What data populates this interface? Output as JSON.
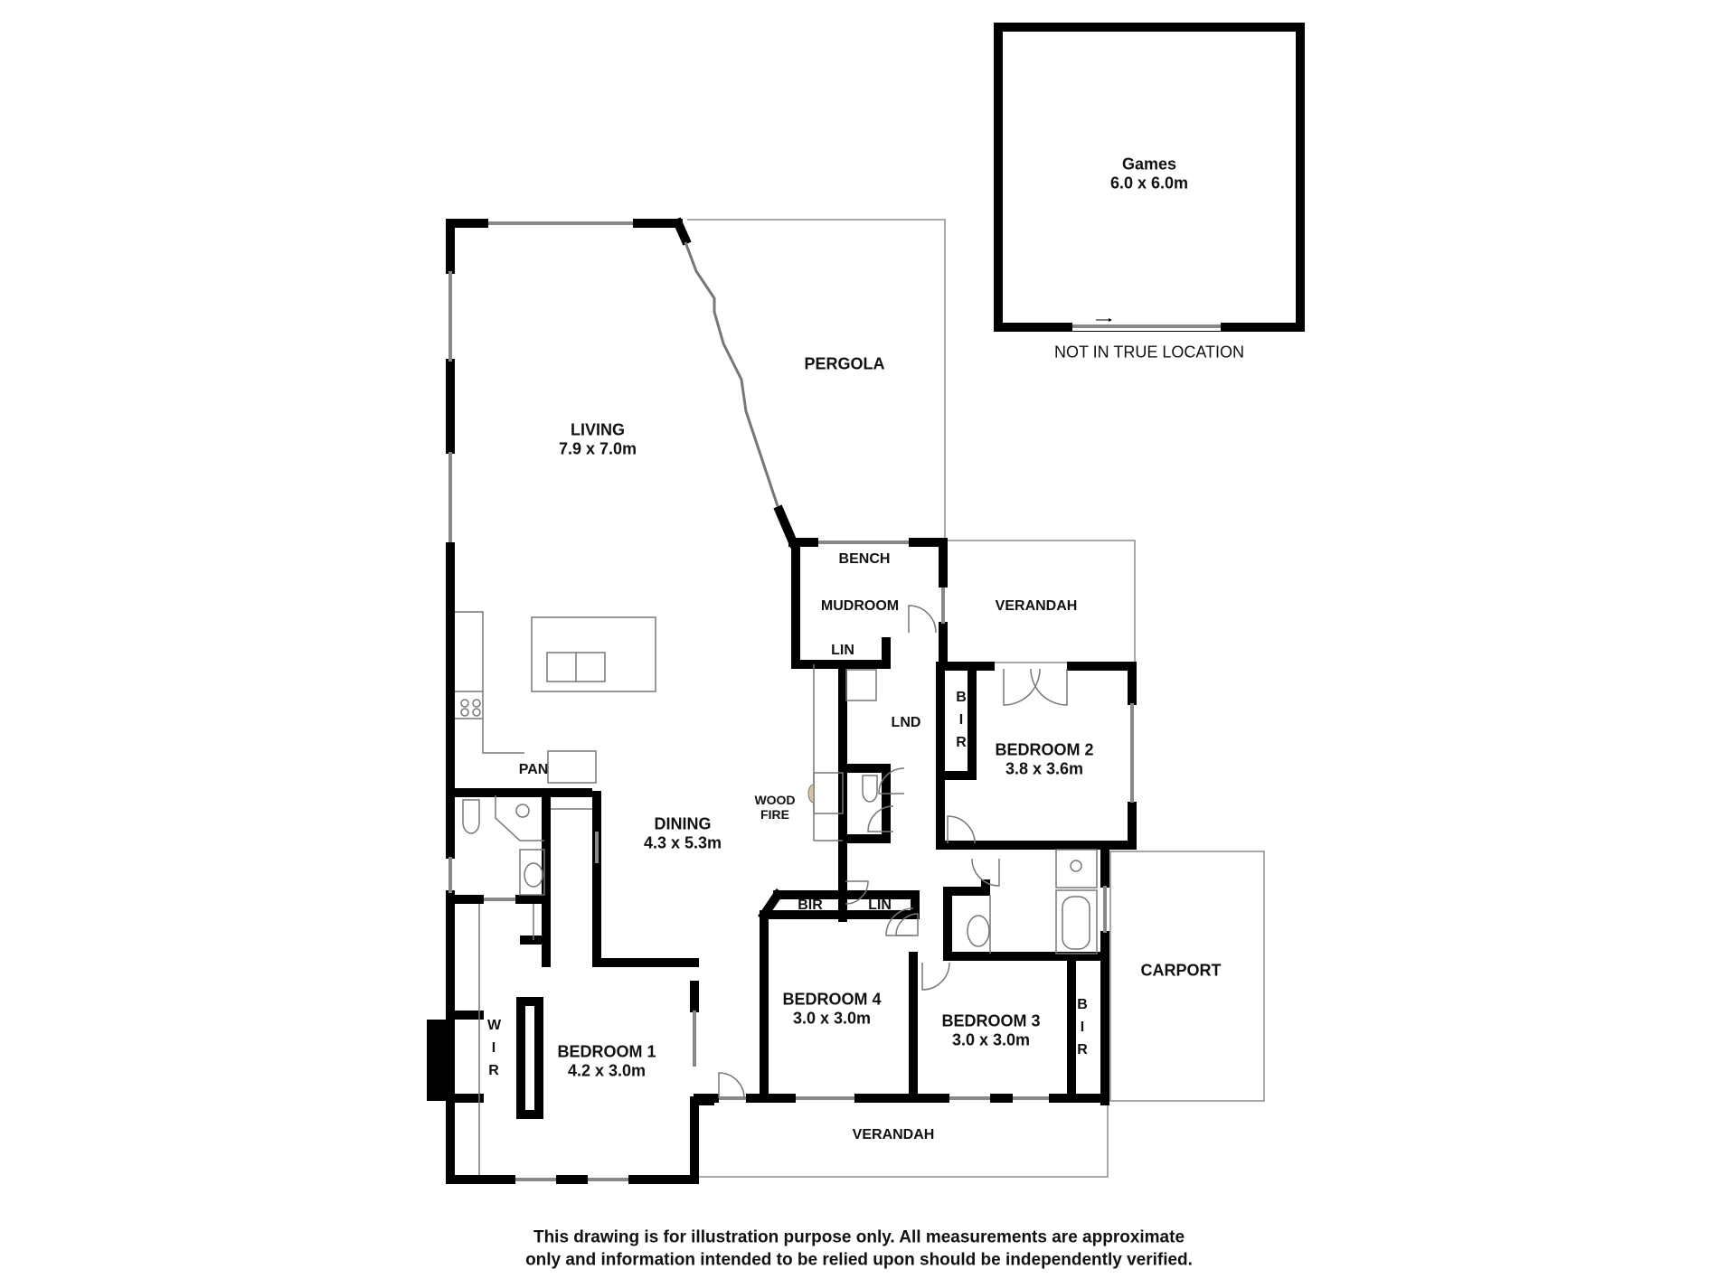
{
  "plan": {
    "rooms": {
      "games": {
        "name": "Games",
        "dim": "6.0 x 6.0m"
      },
      "living": {
        "name": "LIVING",
        "dim": "7.9 x 7.0m"
      },
      "pergola": {
        "name": "PERGOLA"
      },
      "bench": {
        "name": "BENCH"
      },
      "mudroom": {
        "name": "MUDROOM"
      },
      "verandah_east": {
        "name": "VERANDAH"
      },
      "lin_mud": {
        "name": "LIN"
      },
      "lnd": {
        "name": "LND"
      },
      "bir_bed2": {
        "name": "B I R"
      },
      "bedroom2": {
        "name": "BEDROOM 2",
        "dim": "3.8 x 3.6m"
      },
      "pan": {
        "name": "PAN"
      },
      "wood_fire": {
        "name": "WOOD FIRE"
      },
      "dining": {
        "name": "DINING",
        "dim": "4.3 x 5.3m"
      },
      "bir_bed4": {
        "name": "BIR"
      },
      "lin_hall": {
        "name": "LIN"
      },
      "bedroom4": {
        "name": "BEDROOM 4",
        "dim": "3.0 x 3.0m"
      },
      "bedroom3": {
        "name": "BEDROOM 3",
        "dim": "3.0 x 3.0m"
      },
      "bir_bed3": {
        "name": "B I R"
      },
      "carport": {
        "name": "CARPORT"
      },
      "wir": {
        "name": "W I R"
      },
      "bedroom1": {
        "name": "BEDROOM 1",
        "dim": "4.2 x 3.0m"
      },
      "verandah_south": {
        "name": "VERANDAH"
      }
    },
    "games_note": "NOT IN TRUE LOCATION",
    "disclaimer_line1": "This drawing is for illustration purpose only. All measurements are approximate",
    "disclaimer_line2": "only and information intended to be relied upon should be independently verified."
  },
  "colors": {
    "wall": "#000000",
    "window": "#888888",
    "outline": "#8c8c8c",
    "background": "#ffffff"
  }
}
